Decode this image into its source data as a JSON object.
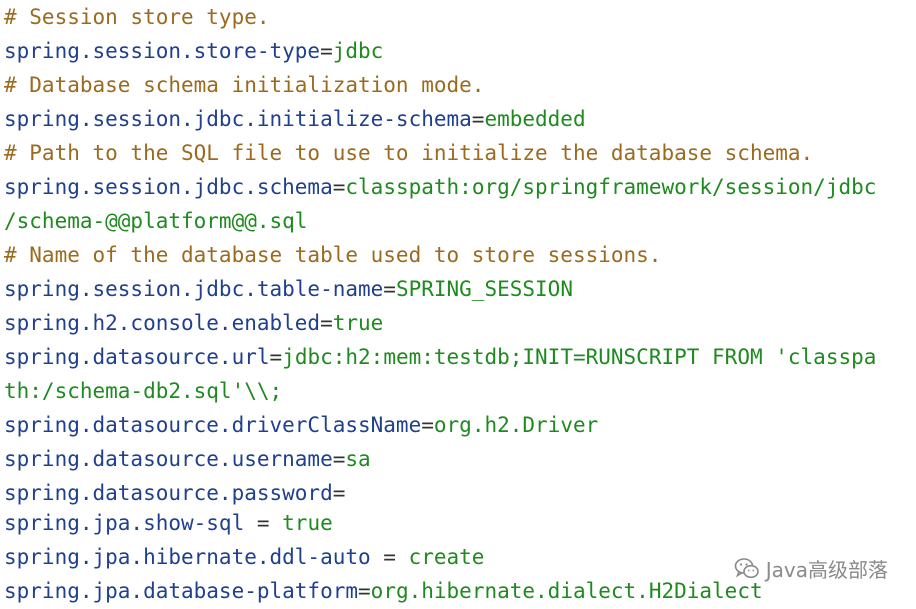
{
  "lines": [
    {
      "type": "comment",
      "text": "# Session store type."
    },
    {
      "type": "prop",
      "key": "spring.session.store-type",
      "sep": "=",
      "value": "jdbc"
    },
    {
      "type": "comment",
      "text": "# Database schema initialization mode."
    },
    {
      "type": "prop",
      "key": "spring.session.jdbc.initialize-schema",
      "sep": "=",
      "value": "embedded"
    },
    {
      "type": "comment",
      "text": "# Path to the SQL file to use to initialize the database schema."
    },
    {
      "type": "prop",
      "key": "spring.session.jdbc.schema",
      "sep": "=",
      "value": "classpath:org/springframework/session/jdbc"
    },
    {
      "type": "cont",
      "value": "/schema-@@platform@@.sql"
    },
    {
      "type": "comment",
      "text": "# Name of the database table used to store sessions."
    },
    {
      "type": "prop",
      "key": "spring.session.jdbc.table-name",
      "sep": "=",
      "value": "SPRING_SESSION"
    },
    {
      "type": "prop",
      "key": "spring.h2.console.enabled",
      "sep": "=",
      "value": "true"
    },
    {
      "type": "prop",
      "key": "spring.datasource.url",
      "sep": "=",
      "value": "jdbc:h2:mem:testdb;INIT=RUNSCRIPT FROM 'classpa"
    },
    {
      "type": "cont",
      "value": "th:/schema-db2.sql'\\\\;"
    },
    {
      "type": "prop",
      "key": "spring.datasource.driverClassName",
      "sep": "=",
      "value": "org.h2.Driver"
    },
    {
      "type": "prop",
      "key": "spring.datasource.username",
      "sep": "=",
      "value": "sa"
    },
    {
      "type": "prop",
      "key": "spring.datasource.password",
      "sep": "=",
      "value": ""
    },
    {
      "type": "prop",
      "key": "spring.jpa.show-sql",
      "sep": " = ",
      "value": "true"
    },
    {
      "type": "prop",
      "key": "spring.jpa.hibernate.ddl-auto",
      "sep": " = ",
      "value": "create"
    },
    {
      "type": "prop",
      "key": "spring.jpa.database-platform",
      "sep": "=",
      "value": "org.hibernate.dialect.H2Dialect"
    }
  ],
  "watermark": {
    "icon": "wechat-icon",
    "text": "Java高级部落"
  }
}
